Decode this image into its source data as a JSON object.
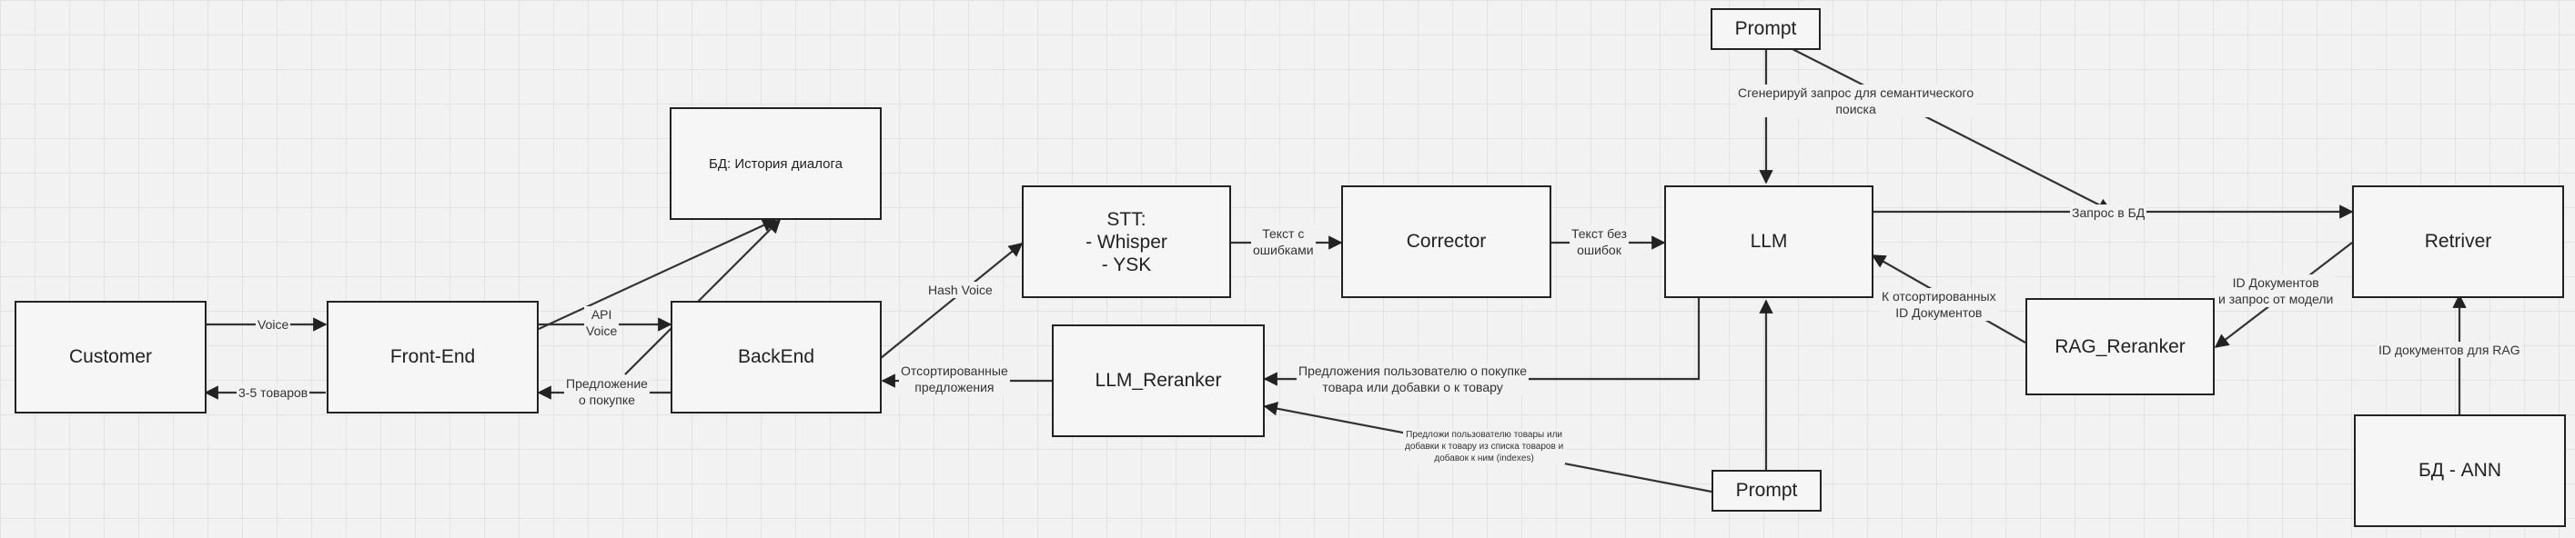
{
  "nodes": {
    "customer": "Customer",
    "frontend": "Front-End",
    "backend": "BackEnd",
    "db_history": "БД: История диалога",
    "stt": "STT:\n- Whisper\n- YSK",
    "corrector": "Corrector",
    "llm": "LLM",
    "llm_reranker": "LLM_Reranker",
    "prompt_top": "Prompt",
    "prompt_bottom": "Prompt",
    "retriver": "Retriver",
    "rag_reranker": "RAG_Reranker",
    "db_ann": "БД - ANN"
  },
  "edges": {
    "voice": "Voice",
    "items_3_5": "3-5 товаров",
    "api_voice": "API\nVoice",
    "offer": "Предложение\nо покупке",
    "hash_voice": "Hash Voice",
    "text_errors": "Текст с\nошибками",
    "text_clean": "Текст без\nошибок",
    "sorted_offers": "Отсортированные\nпредложения",
    "user_offers": "Предложения пользователю о покупке\nтовара или добавки о к товару",
    "prompt_rerank": "Предложи пользователю товары или\nдобавки к товару из списка товаров и\nдобавок к ним (indexes)",
    "gen_query": "Сгенерируй запрос для семантического\nпоиска",
    "query_db": "Запрос в БД",
    "doc_ids_query": "ID Документов\nи запрос от модели",
    "sorted_ids": "К отсортированных\nID Документов",
    "rag_ids": "ID документов для RAG"
  }
}
